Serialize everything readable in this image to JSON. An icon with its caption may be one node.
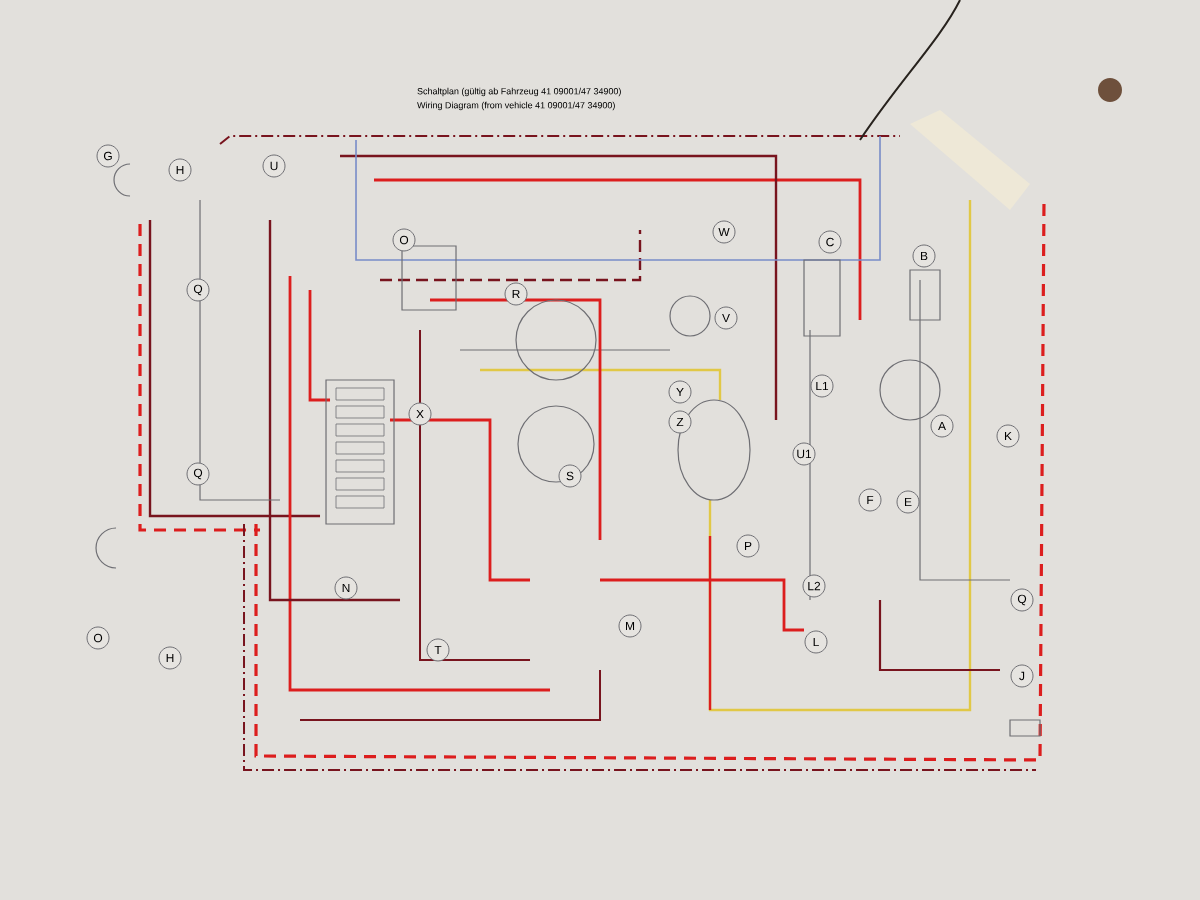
{
  "diagram": {
    "title": "Schaltplan (gültig ab Fahrzeug 41 09001/47 34900)",
    "nodes": [
      {
        "text": [
          "G"
        ]
      },
      {
        "text": [
          "H"
        ]
      },
      {
        "text": [
          "U"
        ]
      },
      {
        "text": [
          "O"
        ]
      },
      {
        "text": [
          "W"
        ]
      },
      {
        "text": [
          "C"
        ]
      },
      {
        "text": [
          "B"
        ]
      },
      {
        "text": [
          "Q"
        ]
      },
      {
        "text": [
          "R"
        ]
      },
      {
        "text": [
          "V"
        ]
      },
      {
        "text": [
          "L1"
        ]
      },
      {
        "text": [
          "Y"
        ]
      },
      {
        "text": [
          "X"
        ]
      },
      {
        "text": [
          "Z"
        ]
      },
      {
        "text": [
          "A"
        ]
      },
      {
        "text": [
          "K"
        ]
      },
      {
        "text": [
          "U1"
        ]
      },
      {
        "text": [
          "Q"
        ]
      },
      {
        "text": [
          "S"
        ]
      },
      {
        "text": [
          "F"
        ]
      },
      {
        "text": [
          "E"
        ]
      },
      {
        "text": [
          "P"
        ]
      },
      {
        "text": [
          "N"
        ]
      },
      {
        "text": [
          "L2"
        ]
      },
      {
        "text": [
          "Q"
        ]
      },
      {
        "text": [
          "M"
        ]
      },
      {
        "text": [
          "O"
        ]
      },
      {
        "text": [
          "H"
        ]
      },
      {
        "text": [
          "T"
        ]
      },
      {
        "text": [
          "L"
        ]
      },
      {
        "text": [
          "J"
        ]
      }
    ],
    "labels": [
      "Wiring Diagram (from vehicle 41 09001/47 34900)"
    ]
  }
}
